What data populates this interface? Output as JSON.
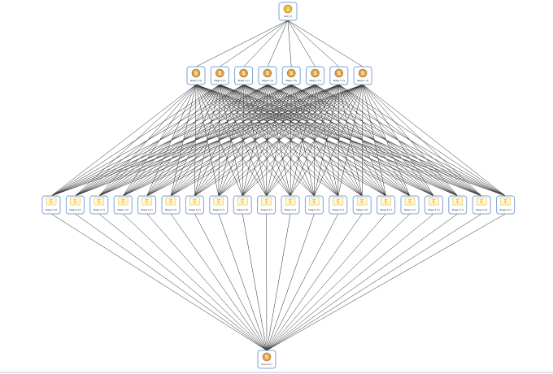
{
  "diagram": {
    "type": "layered-dataflow-graph",
    "edge_style": "directed-arrows-upward",
    "colors": {
      "node_border": "#7ea2d8",
      "edge": "#2a2a2a",
      "source_icon": "#e8a04a",
      "window_icon": "#d9a441",
      "agg_icon": "#f0c24a",
      "sink_icon": "#e6c23a"
    },
    "sink": {
      "icon": "sink-icon",
      "label": "Sink [?]"
    },
    "window": {
      "icon": "window-icon",
      "count": 8,
      "label": "Stage 1 [?]"
    },
    "agg": {
      "icon": "aggregate-icon",
      "count": 20,
      "label": "Stage 2 [?]"
    },
    "source": {
      "icon": "source-icon",
      "label": "Source [?]"
    }
  }
}
